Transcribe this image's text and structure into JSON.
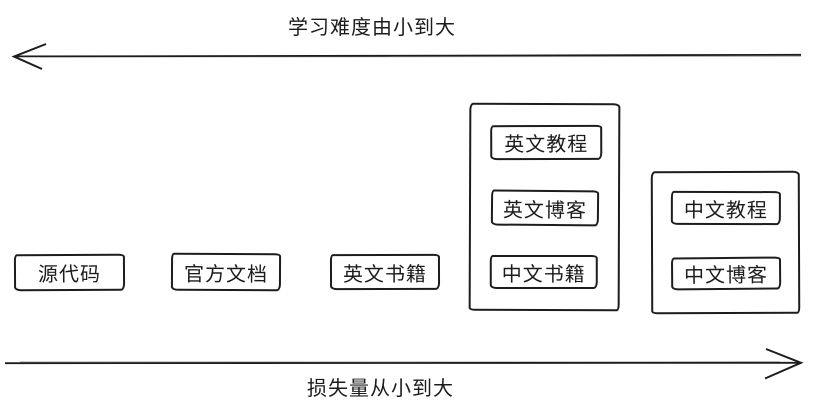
{
  "axes": {
    "top": {
      "label": "学习难度由小到大",
      "direction": "left"
    },
    "bottom": {
      "label": "损失量从小到大",
      "direction": "right"
    }
  },
  "boxes": [
    {
      "label": "源代码"
    },
    {
      "label": "官方文档"
    },
    {
      "label": "英文书籍"
    }
  ],
  "groups": [
    {
      "items": [
        {
          "label": "英文教程"
        },
        {
          "label": "英文博客"
        },
        {
          "label": "中文书籍"
        }
      ]
    },
    {
      "items": [
        {
          "label": "中文教程"
        },
        {
          "label": "中文博客"
        }
      ]
    }
  ],
  "colors": {
    "ink": "#1d1d1d",
    "background": "#ffffff"
  }
}
